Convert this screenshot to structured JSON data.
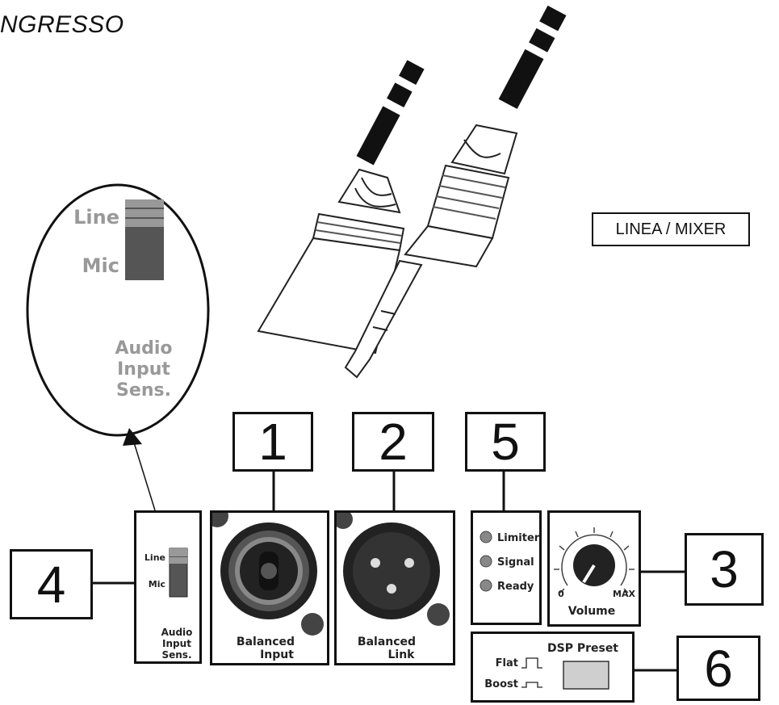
{
  "title": "NGRESSO",
  "linea_label": "LINEA / MIXER",
  "callouts": [
    "1",
    "2",
    "5",
    "3",
    "4",
    "6"
  ],
  "zoom": {
    "line": "Line",
    "mic": "Mic",
    "audio": "Audio",
    "input": "Input",
    "sens": "Sens."
  },
  "panel_switch": {
    "line": "Line",
    "mic": "Mic",
    "audio": "Audio",
    "input": "Input",
    "sens": "Sens."
  },
  "balanced_input": {
    "line1": "Balanced",
    "line2": "Input"
  },
  "balanced_link": {
    "line1": "Balanced",
    "line2": "Link"
  },
  "leds": [
    "Limiter",
    "Signal",
    "Ready"
  ],
  "volume": {
    "label": "Volume",
    "min": "0",
    "max": "MAX"
  },
  "dsp": {
    "title": "DSP Preset",
    "flat": "Flat",
    "boost": "Boost"
  }
}
